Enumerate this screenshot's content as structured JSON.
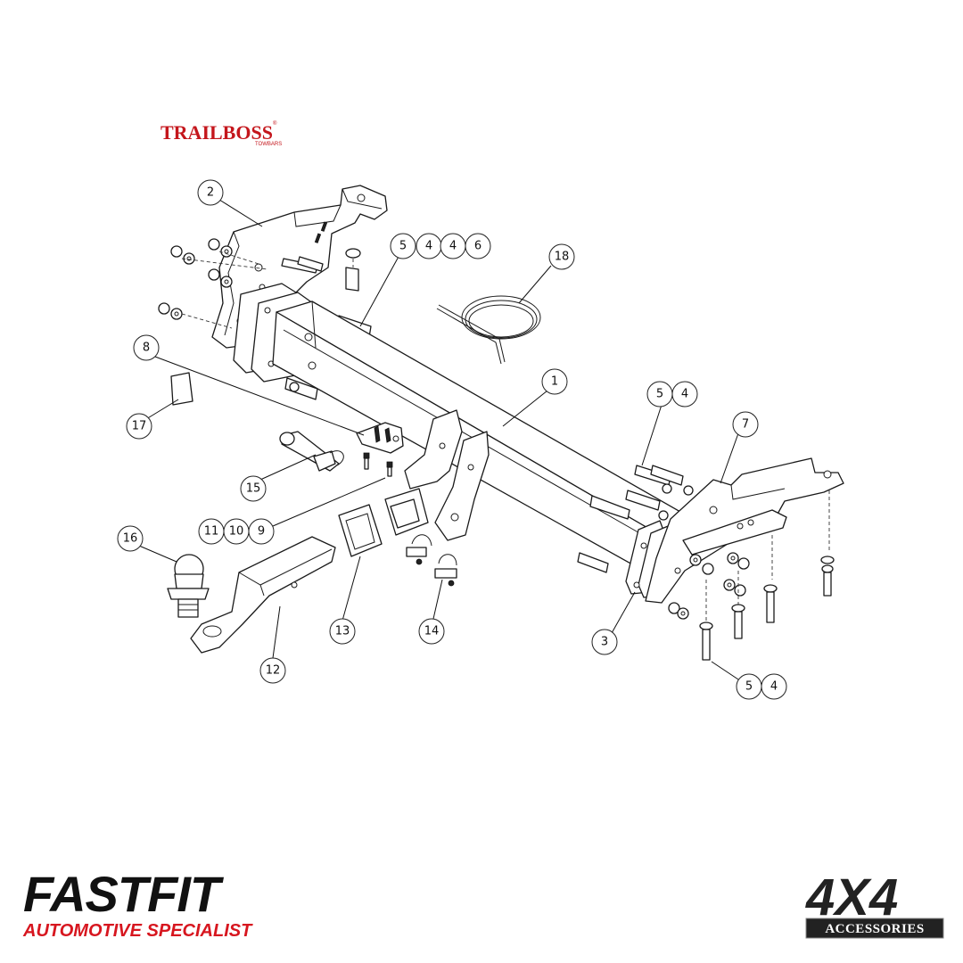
{
  "brand": {
    "trailboss": "TRAILBOSS",
    "trailboss_reg": "®",
    "trailboss_sub": "TOWBARS"
  },
  "footer": {
    "fastfit_title": "FASTFIT",
    "fastfit_subtitle": "AUTOMOTIVE SPECIALIST",
    "fourx4": "4X4",
    "accessories": "ACCESSORIES"
  },
  "callouts": [
    {
      "id": "c2",
      "label": "2"
    },
    {
      "id": "c5a",
      "label": "5"
    },
    {
      "id": "c4a",
      "label": "4"
    },
    {
      "id": "c4b",
      "label": "4"
    },
    {
      "id": "c6",
      "label": "6"
    },
    {
      "id": "c18",
      "label": "18"
    },
    {
      "id": "c8",
      "label": "8"
    },
    {
      "id": "c1",
      "label": "1"
    },
    {
      "id": "c5b",
      "label": "5"
    },
    {
      "id": "c4c",
      "label": "4"
    },
    {
      "id": "c17",
      "label": "17"
    },
    {
      "id": "c7",
      "label": "7"
    },
    {
      "id": "c15",
      "label": "15"
    },
    {
      "id": "c11",
      "label": "11"
    },
    {
      "id": "c10",
      "label": "10"
    },
    {
      "id": "c9",
      "label": "9"
    },
    {
      "id": "c16",
      "label": "16"
    },
    {
      "id": "c13",
      "label": "13"
    },
    {
      "id": "c14",
      "label": "14"
    },
    {
      "id": "c3",
      "label": "3"
    },
    {
      "id": "c12",
      "label": "12"
    },
    {
      "id": "c5c",
      "label": "5"
    },
    {
      "id": "c4d",
      "label": "4"
    }
  ],
  "colors": {
    "brand_red": "#c4161c",
    "fastfit_red": "#d7161f",
    "line": "#1a1a1a"
  }
}
